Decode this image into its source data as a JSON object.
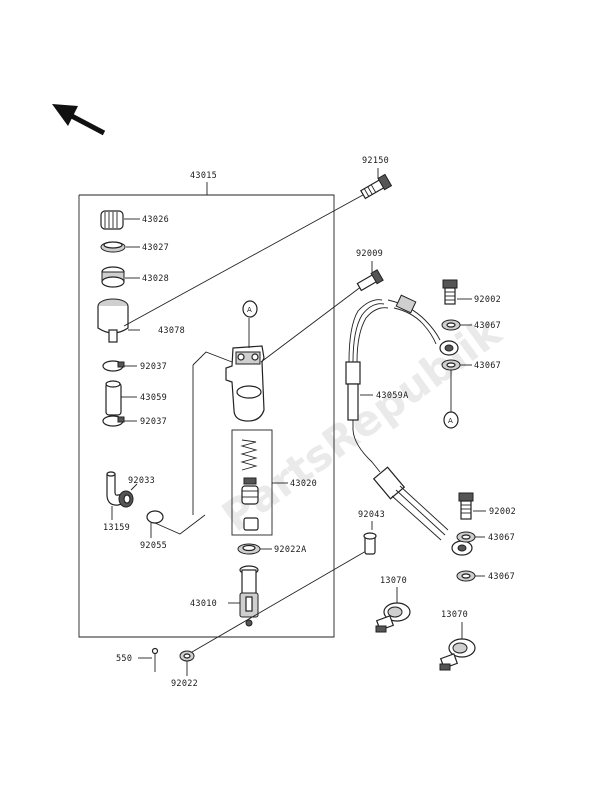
{
  "watermark": "PartsRepublik",
  "reference_markers": [
    "A",
    "A"
  ],
  "callouts": {
    "c43015": "43015",
    "c43026": "43026",
    "c43027": "43027",
    "c43028": "43028",
    "c43078": "43078",
    "c92037a": "92037",
    "c43059": "43059",
    "c92037b": "92037",
    "c92033": "92033",
    "c13159": "13159",
    "c92055": "92055",
    "c43020": "43020",
    "c92022a": "92022A",
    "c43010": "43010",
    "c550": "550",
    "c92022": "92022",
    "c92150": "92150",
    "c92009": "92009",
    "c43059a": "43059A",
    "c92002a": "92002",
    "c43067a": "43067",
    "c43067b": "43067",
    "c92043": "92043",
    "c92002b": "92002",
    "c43067c": "43067",
    "c43067d": "43067",
    "c13070a": "13070",
    "c13070b": "13070"
  }
}
